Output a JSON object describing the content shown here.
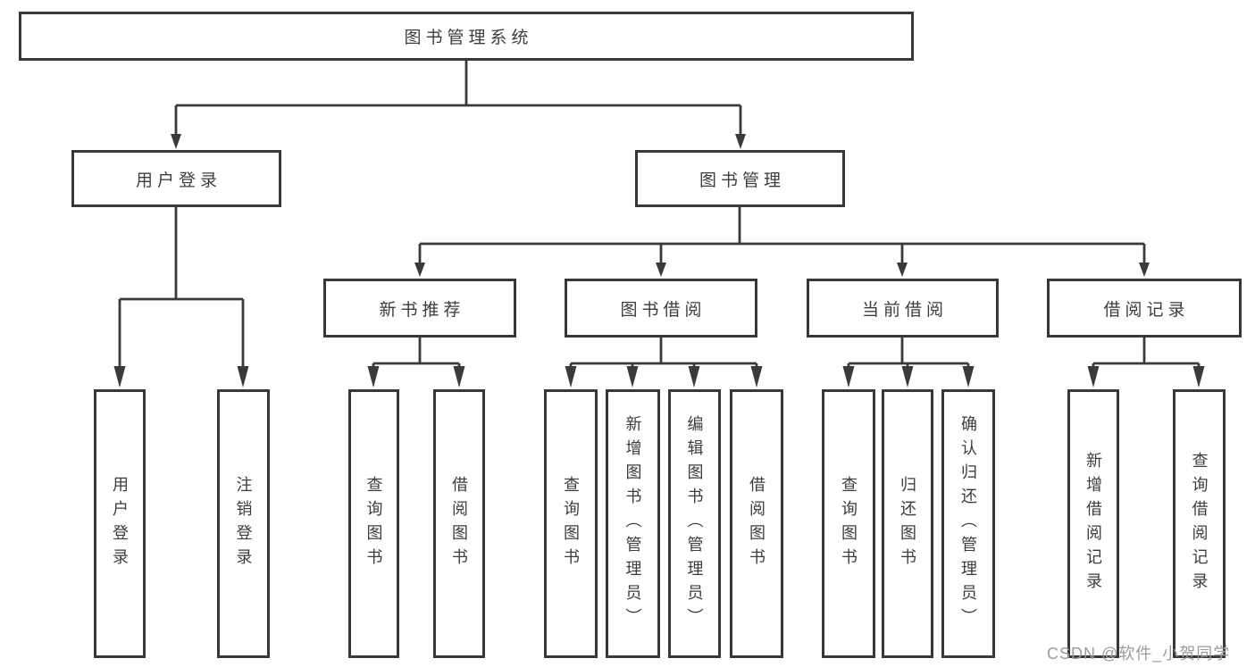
{
  "tree": {
    "root": {
      "label": "图书管理系统"
    },
    "branches": [
      {
        "label": "用户登录",
        "children": [
          {
            "label": "用户登录"
          },
          {
            "label": "注销登录"
          }
        ]
      },
      {
        "label": "图书管理",
        "children": [
          {
            "label": "新书推荐",
            "children": [
              {
                "label": "查询图书"
              },
              {
                "label": "借阅图书"
              }
            ]
          },
          {
            "label": "图书借阅",
            "children": [
              {
                "label": "查询图书"
              },
              {
                "label": "新增图书（管理员）"
              },
              {
                "label": "编辑图书（管理员）"
              },
              {
                "label": "借阅图书"
              }
            ]
          },
          {
            "label": "当前借阅",
            "children": [
              {
                "label": "查询图书"
              },
              {
                "label": "归还图书"
              },
              {
                "label": "确认归还（管理员）"
              }
            ]
          },
          {
            "label": "借阅记录",
            "children": [
              {
                "label": "新增借阅记录"
              },
              {
                "label": "查询借阅记录"
              }
            ]
          }
        ]
      }
    ]
  },
  "watermark": {
    "text": "CSDN @软件_小贺同学"
  },
  "colors": {
    "line": "#3a3a3a",
    "box_border": "#383838",
    "text": "#3d3d3d",
    "background": "#ffffff",
    "watermark": "#9b9b9b"
  }
}
